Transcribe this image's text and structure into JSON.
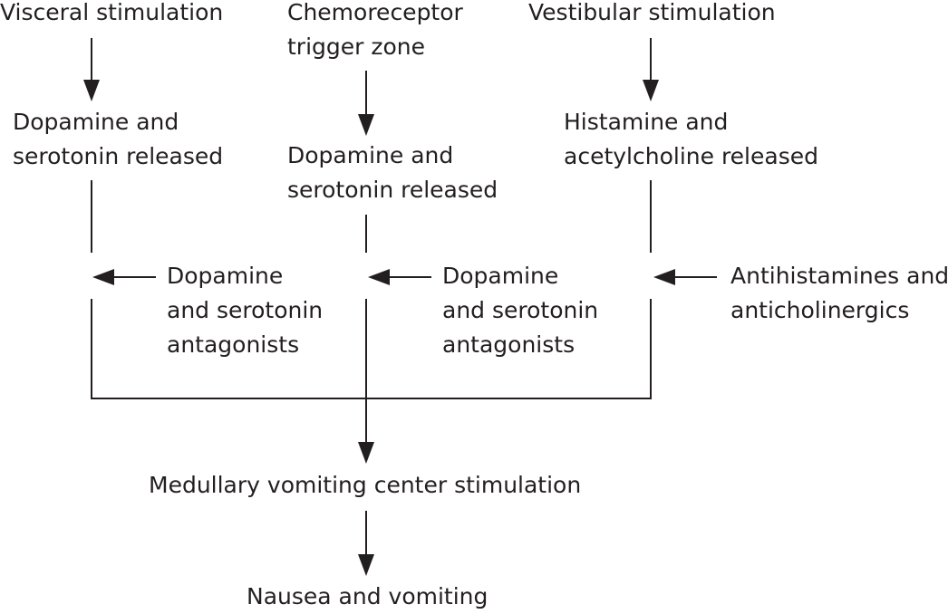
{
  "diagram": {
    "sources": {
      "visceral": [
        "Visceral stimulation"
      ],
      "ctz": [
        "Chemoreceptor",
        "trigger zone"
      ],
      "vestibular": [
        "Vestibular stimulation"
      ]
    },
    "releases": {
      "visceral": [
        "Dopamine and",
        "serotonin released"
      ],
      "ctz": [
        "Dopamine and",
        "serotonin released"
      ],
      "vestibular": [
        "Histamine and",
        "acetylcholine released"
      ]
    },
    "blockers": {
      "visceral": [
        "Dopamine",
        "and serotonin",
        "antagonists"
      ],
      "ctz": [
        "Dopamine",
        "and serotonin",
        "antagonists"
      ],
      "vestibular": [
        "Antihistamines and",
        "anticholinergics"
      ]
    },
    "center": [
      "Medullary vomiting center stimulation"
    ],
    "outcome": [
      "Nausea and vomiting"
    ]
  },
  "colors": {
    "text": "#231f20",
    "line": "#231f20"
  }
}
